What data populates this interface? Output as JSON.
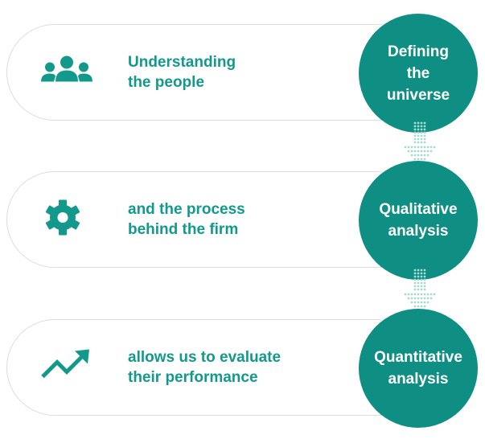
{
  "steps": [
    {
      "icon": "people-icon",
      "text_lines": [
        "Understanding",
        "the people"
      ],
      "circle_lines": [
        "Defining",
        "the",
        "universe"
      ]
    },
    {
      "icon": "gear-icon",
      "text_lines": [
        "and the process",
        "behind the firm"
      ],
      "circle_lines": [
        "Qualitative",
        "analysis"
      ]
    },
    {
      "icon": "trend-up-icon",
      "text_lines": [
        "allows us to evaluate",
        "their performance"
      ],
      "circle_lines": [
        "Quantitative",
        "analysis"
      ]
    }
  ],
  "colors": {
    "accent": "#0f8f84",
    "text": "#13998c",
    "border": "#d9dedf",
    "connector": "#a9d9d3"
  }
}
